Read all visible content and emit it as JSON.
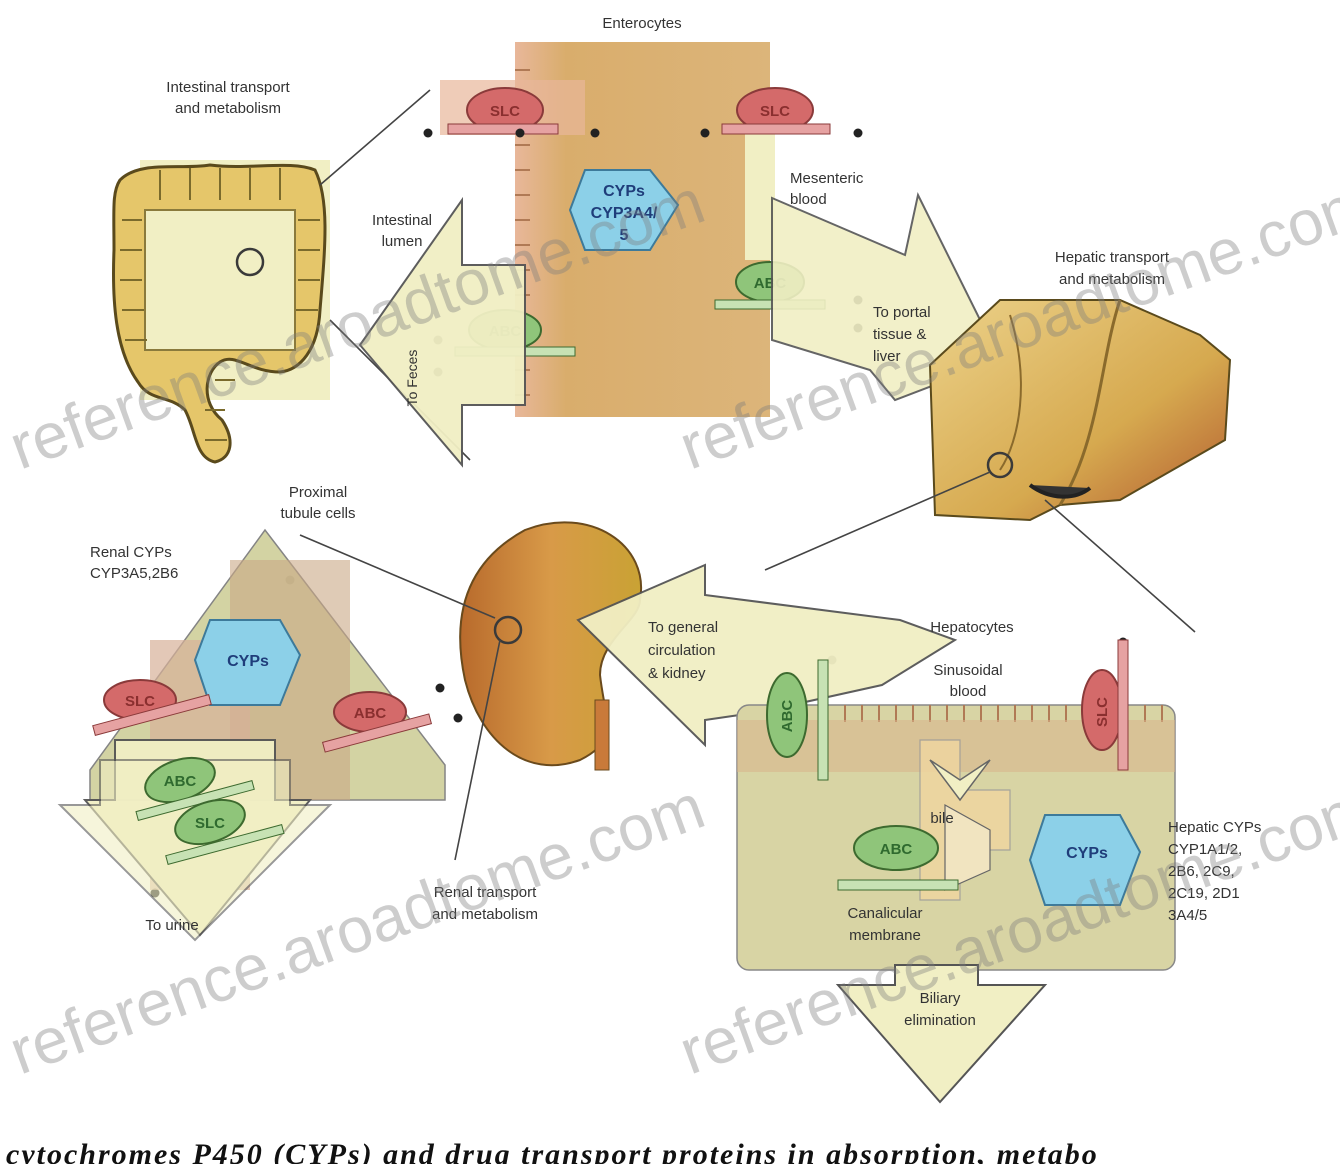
{
  "labels": {
    "enterocytes": "Enterocytes",
    "intestinal_transport": [
      "Intestinal transport",
      "and metabolism"
    ],
    "mesenteric_blood": [
      "Mesenteric",
      "blood"
    ],
    "intestinal_lumen": [
      "Intestinal",
      "lumen"
    ],
    "to_feces": "To Feces",
    "to_portal": [
      "To portal",
      "tissue &",
      "liver"
    ],
    "hepatic_transport": [
      "Hepatic transport",
      "and metabolism"
    ],
    "proximal_tubule": [
      "Proximal",
      "tubule cells"
    ],
    "renal_cyps": [
      "Renal CYPs",
      "CYP3A5,2B6"
    ],
    "to_general": [
      "To general",
      "circulation",
      "& kidney"
    ],
    "hepatocytes": "Hepatocytes",
    "sinusoidal_blood": [
      "Sinusoidal",
      "blood"
    ],
    "bile": "bile",
    "hepatic_cyps": [
      "Hepatic CYPs",
      "CYP1A1/2,",
      "2B6, 2C9,",
      "2C19, 2D1",
      "3A4/5"
    ],
    "canalicular": [
      "Canalicular",
      "membrane"
    ],
    "biliary": [
      "Biliary",
      "elimination"
    ],
    "to_urine": "To urine",
    "renal_transport": [
      "Renal transport",
      "and metabolism"
    ]
  },
  "proteins": {
    "slc": "SLC",
    "abc": "ABC",
    "cyps": "CYPs",
    "cyp3a": [
      "CYPs",
      "CYP3A4/",
      "5"
    ]
  },
  "watermark": "reference.aroadtome.com",
  "caption": "cytochromes P450 (CYPs) and drug transport proteins in absorption, metabo",
  "colors": {
    "organ_yellow": "#e5c66a",
    "arrow_fill": "#f1efc4",
    "enterocyte": "#d9ad6c",
    "kidney": "#c8813a",
    "slc_red": "#d46a6a",
    "abc_green": "#8fc57a",
    "cyp_blue": "#8cd0e8"
  }
}
